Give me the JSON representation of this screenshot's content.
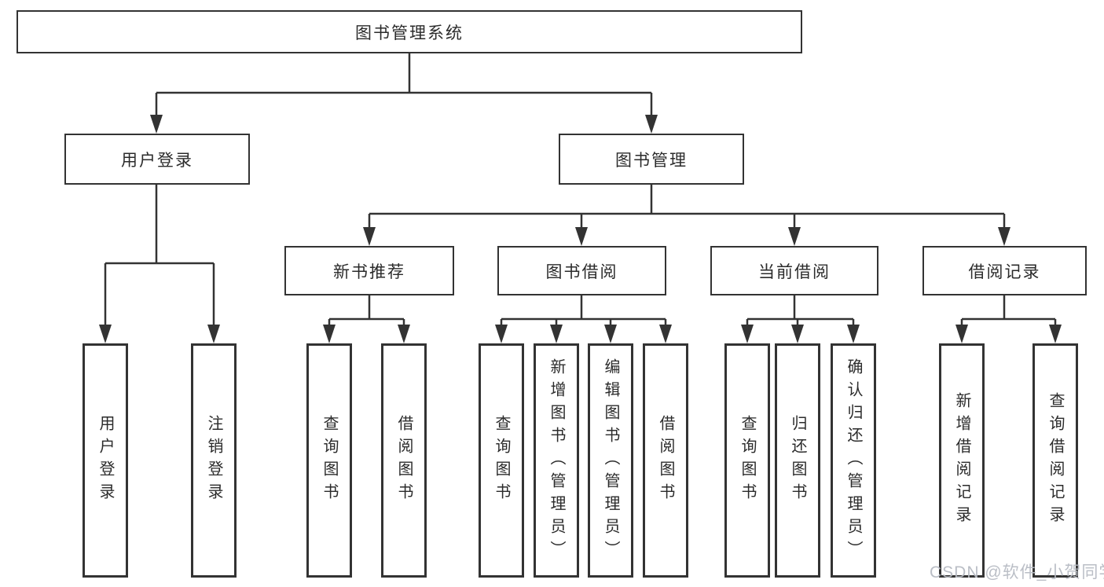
{
  "diagram": {
    "title": "图书管理系统",
    "tree": {
      "label": "图书管理系统",
      "children": [
        {
          "label": "用户登录",
          "children": [
            {
              "label": "用户登录"
            },
            {
              "label": "注销登录"
            }
          ]
        },
        {
          "label": "图书管理",
          "children": [
            {
              "label": "新书推荐",
              "children": [
                {
                  "label": "查询图书"
                },
                {
                  "label": "借阅图书"
                }
              ]
            },
            {
              "label": "图书借阅",
              "children": [
                {
                  "label": "查询图书"
                },
                {
                  "label": "新增图书（管理员）"
                },
                {
                  "label": "编辑图书（管理员）"
                },
                {
                  "label": "借阅图书"
                }
              ]
            },
            {
              "label": "当前借阅",
              "children": [
                {
                  "label": "查询图书"
                },
                {
                  "label": "归还图书"
                },
                {
                  "label": "确认归还（管理员）"
                }
              ]
            },
            {
              "label": "借阅记录",
              "children": [
                {
                  "label": "新增借阅记录"
                },
                {
                  "label": "查询借阅记录"
                }
              ]
            }
          ]
        }
      ]
    },
    "colors": {
      "background": "#ffffff",
      "box_fill": "#ffffff",
      "box_border": "#333333",
      "line": "#333333",
      "text": "#2b2b2b",
      "watermark": "#b7bbc3"
    }
  },
  "watermark": {
    "text": "CSDN @软件_小贺同学"
  }
}
